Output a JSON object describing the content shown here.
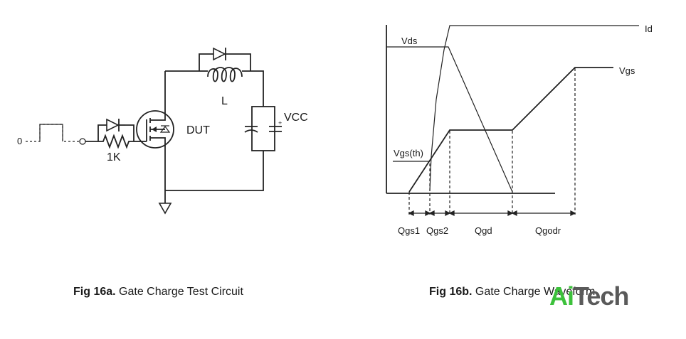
{
  "circuit": {
    "pulse_label": "0",
    "resistor_label": "1K",
    "inductor_label": "L",
    "dut_label": "DUT",
    "supply_label": "VCC",
    "caption_bold": "Fig 16a.",
    "caption_text": "Gate Charge Test Circuit"
  },
  "waveform": {
    "id_label": "Id",
    "vds_label": "Vds",
    "vgs_label": "Vgs",
    "vgsth_label": "Vgs(th)",
    "intervals": [
      "Qgs1",
      "Qgs2",
      "Qgd",
      "Qgodr"
    ],
    "caption_bold": "Fig 16b.",
    "caption_text": "Gate Charge Waveform"
  },
  "watermark": {
    "part1": "Ai",
    "part2": "Tech",
    "color1": "#3cc13b",
    "color2": "#5a5a5a"
  }
}
